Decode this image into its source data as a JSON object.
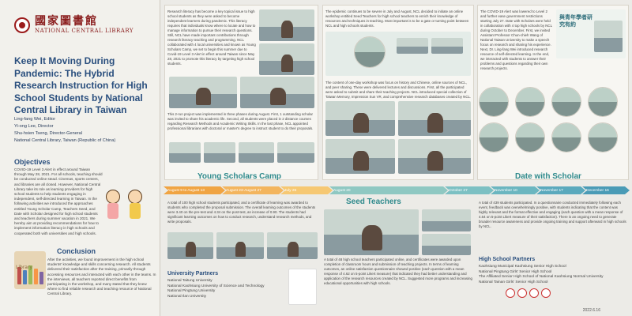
{
  "header": {
    "logo_cn": "國家圖書館",
    "logo_en": "NATIONAL CENTRAL LIBRARY",
    "title": "Keep It Moving During Pandemic: The Hybrid Research Instruction for High School Students by National Central Library in Taiwan"
  },
  "authors": [
    "Ling-fang Wei, Editor",
    "Yi-ong Lee, Director",
    "Shu-hsien Tseng, Director-General",
    "National Central Library, Taiwan (Republic of China)"
  ],
  "objectives": {
    "heading": "Objectives",
    "body": "COVID-19 Level 3 Alert in effect around Taiwan through May 28, 2021. For all schools, teaching should be conducted online stead. Cinemas, sports centers, and libraries are all closed. However, National Central Library take its role as learning providers for high school students to help students engaging in independent, self-directed learning in Taiwan. In the following activities we introduced the approaches entitled Young Scholar Camp, Teachers Seed, and Date with Scholar designed for high school students and teachers during summer vacation in 2021. We hereby aim at providing recommendations for how to implement information literacy in high schools and cooperated both with universities and high schools."
  },
  "conclusion": {
    "heading": "Conclusion",
    "body": "After the activities, we found improvement in the high school students' knowledge and skills concerning research. All students delivered their satisfaction after the training, primarily through accessing resources and interacted with each other in the teams. In the interviews, all teachers reported direct benefits from participating in the workshop, and many stated that they knew where to find reliable research and teaching resource of National Central Library."
  },
  "shelf_label": "Library",
  "col2": {
    "intro": "Research literacy has become a key topical issue to high school students as they were asked to become independent learners during pandemic. This literacy requires that individuals know where to locate and how to manage information to pursue their research questions. Still, NCL have made important contributions through research literacy teaching and programming. NCL collaborated with 4 local universities and known as Young Scholars Camp, we set to begin this summer due to Covid-19 Level 3 Alert in effect around Taiwan since May 28, 2021 to promote this literacy by targeting high school students.",
    "phases": "This 2-run project was implemented in three phases during August. First, 1 outstanding scholar was invited to share his academic life. Second, all students were placed in 2 distance courses regarding Research Methods and Academic Writing Skills. In the last phase, NCL appointed professional librarians with doctoral or master's degree to instruct student to do their proposals.",
    "camp_title": "Young Scholars Camp",
    "camp_body": "A total of 100 high school students participated, and a certificate of learning was awarded to students who completed the proposal submission. The overall learning outcomes of the students were 3.40 on the pre-test and 4.34 on the post-test, an increase of 0.90. The students had significant learning outcomes on how to conduct research, understand research methods, and write proposals.",
    "partners_heading": "University Partners",
    "partners": [
      "National Taitung University",
      "National Kaohsiung University of Science and Technology",
      "National Pingtung University",
      "National Ilan University"
    ]
  },
  "col3": {
    "intro": "The epidemic continues to be severe in July and August, NCL decided to initiate an online workshop entitled Seed Teachers for high school teachers to enrich their knowledge of resources and techniques in teaching. Most important is to be a gate or turning point between NCL and high schools students.",
    "content": "The content of one-day workshop was focus on history and Chinese, online sources of NCL, and peer sharing. These were delivered lectures and discussions. First, all the participated were asked to submit and share their teaching projects. NCL introduced special collection of Taiwan Memory, Impression Sun VR, and comprehensive research databases created by NCL.",
    "seed_title": "Seed Teachers",
    "seed_body": "A total of 48 high school teachers participated online, and certificates were awarded upon completion of classroom hours and submission of teaching projects. In terms of learning outcomes, an online satisfaction questionnaire showed positive (each question with a mean response of 4.62 on 5-point Likert measure) that indicated they had better understanding and application of the research resources created by NCL. Suggested more programs and increasing educational opportunities with high schools."
  },
  "col4": {
    "intro": "The COVID-19 Alert was lowered to Level 2 and further ease government restrictions starting July 27. Date with Scholars were held in collaboration with 4 top high schools by NCL during October to December. First, we invited Assistant Professor Chun-chieh Wang of National Taiwan University to make a speech focus on research and sharing his experience. Next, Dr. Ling-fang Wei introduced research resource of self-directed learning. In the end, we interacted with students to answer their problems and questions regarding their own research projects.",
    "banner_text": "與青年學者研究有約",
    "date_title": "Date with Scholar",
    "date_body": "A total of 439 students participated. In a questionnaire conducted immediately following each event, feedback was overwhelmingly positive, with students indicating that the content was highly relevant and the format effective and engaging (each question with a mean response of 4.64 on 5-point Likert measure of their satisfaction). There is an ongoing need to generate broader resource awareness and provide ongoing training and support afterward in high schools by NCL.",
    "partners_heading": "High School Partners",
    "partners": [
      "Kaohsiung Municipal Kaohsiung Senior High School",
      "National Pingtung Girls' Senior High School",
      "The Affiliated Senior High School of National Kaohsiung Normal University",
      "National Tainan Girls' Senior High School"
    ]
  },
  "timeline": [
    {
      "label": "August 9 to August 13",
      "color": "#f0a443"
    },
    {
      "label": "August 23-August 27",
      "color": "#f3b55e"
    },
    {
      "label": "July 26",
      "color": "#f6c873"
    },
    {
      "label": "August 20",
      "color": "#8fc8c2"
    },
    {
      "label": "October 27",
      "color": "#7cc0c3"
    },
    {
      "label": "November 10",
      "color": "#6bb6c0"
    },
    {
      "label": "November 17",
      "color": "#5aa9bd"
    },
    {
      "label": "December 16",
      "color": "#4a9bb6"
    }
  ],
  "date_stamp": "2022.6.16",
  "colors": {
    "title": "#2a4f7e",
    "accent": "#2f8a8c",
    "seal": "#8a1d1d"
  }
}
